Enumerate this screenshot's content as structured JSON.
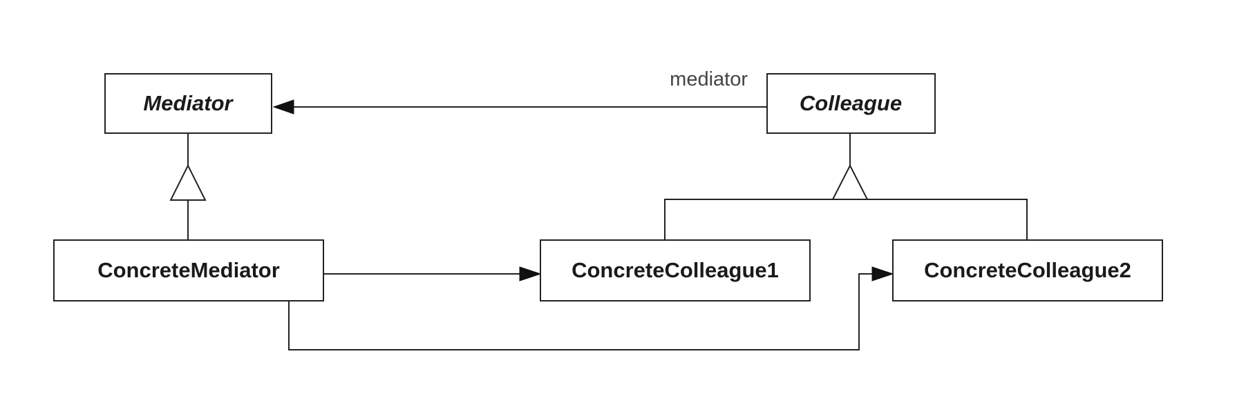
{
  "classes": {
    "mediator": "Mediator",
    "colleague": "Colleague",
    "concrete_mediator": "ConcreteMediator",
    "concrete_colleague1": "ConcreteColleague1",
    "concrete_colleague2": "ConcreteColleague2"
  },
  "associations": {
    "colleague_to_mediator_role": "mediator"
  },
  "colors": {
    "line": "#222222",
    "text": "#1a1a1a",
    "background": "#ffffff"
  }
}
